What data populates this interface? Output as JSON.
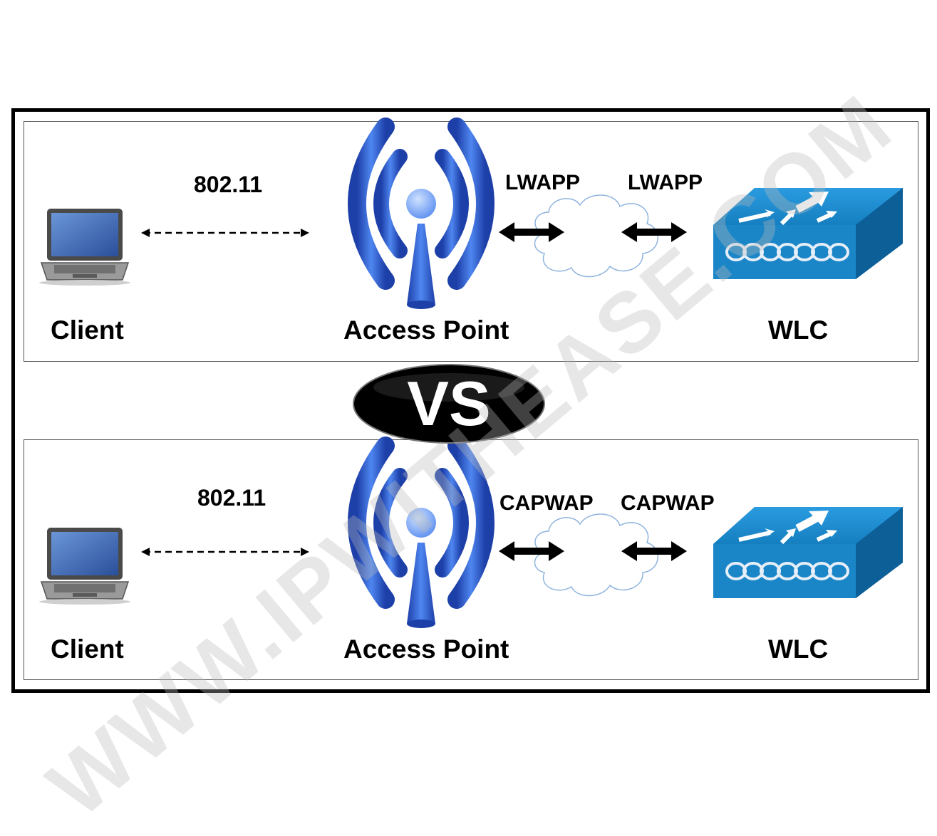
{
  "top": {
    "client_label": "Client",
    "wireless_label": "802.11",
    "ap_label": "Access Point",
    "protocol_left": "LWAPP",
    "protocol_right": "LWAPP",
    "wlc_label": "WLC"
  },
  "bottom": {
    "client_label": "Client",
    "wireless_label": "802.11",
    "ap_label": "Access Point",
    "protocol_left": "CAPWAP",
    "protocol_right": "CAPWAP",
    "wlc_label": "WLC"
  },
  "vs_label": "VS",
  "watermark": "WWW.IPWITHEASE.COM",
  "icons": {
    "client": "laptop-icon",
    "access_point": "wireless-antenna-icon",
    "network": "cloud-icon",
    "controller": "wlc-controller-icon"
  },
  "colors": {
    "ap_blue": "#2f5fd6",
    "wlc_blue": "#1a86c8",
    "frame": "#000000"
  }
}
